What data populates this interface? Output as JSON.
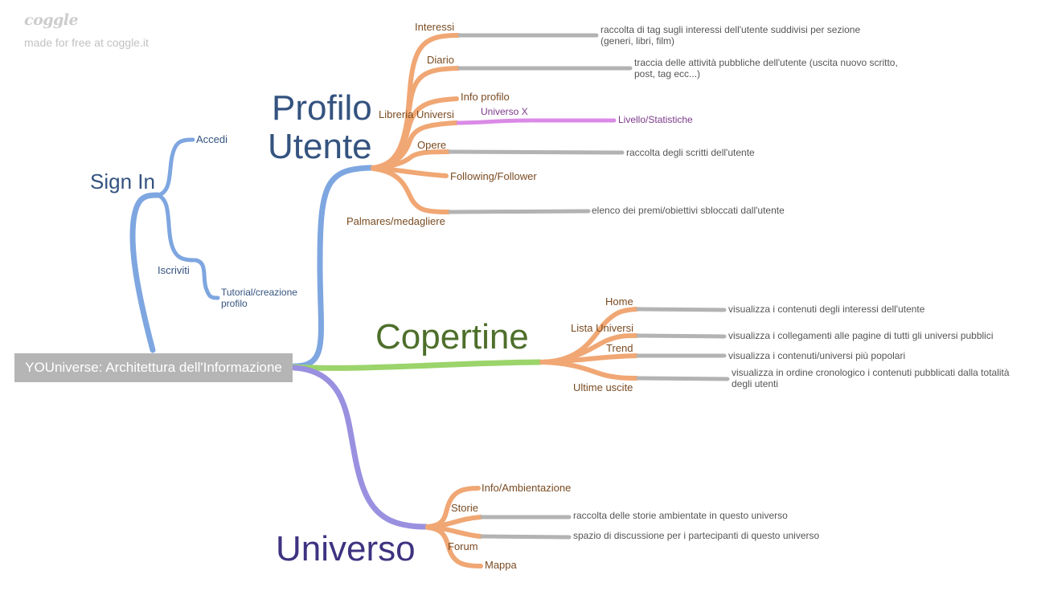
{
  "watermark": {
    "logo": "coggle",
    "subtitle": "made for free at coggle.it"
  },
  "root": {
    "label": "YOUniverse: Architettura dell'Informazione"
  },
  "colors": {
    "profilo": "#7ea6e0",
    "copertine": "#9bd46a",
    "universo": "#9a90e0",
    "branch": "#f0a774",
    "leaf": "#b3b3b3",
    "universi": "#da8ae6"
  },
  "sign_in": {
    "title": "Sign In",
    "accedi": "Accedi",
    "iscriviti": "Iscriviti",
    "tutorial": [
      "Tutorial/creazione",
      "profilo"
    ]
  },
  "profilo": {
    "title_line1": "Profilo",
    "title_line2": "Utente",
    "interessi": {
      "label": "Interessi",
      "note": [
        "raccolta di tag sugli interessi dell'utente suddivisi per sezione",
        "(generi, libri, film)"
      ]
    },
    "diario": {
      "label": "Diario",
      "note": [
        "traccia delle attività pubbliche dell'utente (uscita nuovo scritto,",
        "post, tag ecc...)"
      ]
    },
    "info_profilo": {
      "label": "Info profilo"
    },
    "libreria": {
      "label": "Libreria Universi",
      "universo_x": "Universo X",
      "livello": "Livello/Statistiche"
    },
    "opere": {
      "label": "Opere",
      "note": "raccolta degli scritti dell'utente"
    },
    "following": {
      "label": "Following/Follower"
    },
    "palmares": {
      "label": "Palmares/medagliere",
      "note": "elenco dei premi/obiettivi sbloccati dall'utente"
    }
  },
  "copertine": {
    "title": "Copertine",
    "home": {
      "label": "Home",
      "note": "visualizza i contenuti degli interessi dell'utente"
    },
    "lista": {
      "label": "Lista Universi",
      "note": "visualizza i collegamenti alle pagine di tutti gli universi pubblici"
    },
    "trend": {
      "label": "Trend",
      "note": "visualizza i contenuti/universi più popolari"
    },
    "ultime": {
      "label": "Ultime uscite",
      "note": [
        "visualizza in ordine cronologico i contenuti pubblicati dalla totalità",
        "degli utenti"
      ]
    }
  },
  "universo": {
    "title": "Universo",
    "info": {
      "label": "Info/Ambientazione"
    },
    "storie": {
      "label": "Storie",
      "note": "raccolta delle storie ambientate in questo universo"
    },
    "forum": {
      "label": "Forum",
      "note": "spazio di discussione per i partecipanti di questo universo"
    },
    "mappa": {
      "label": "Mappa"
    }
  }
}
